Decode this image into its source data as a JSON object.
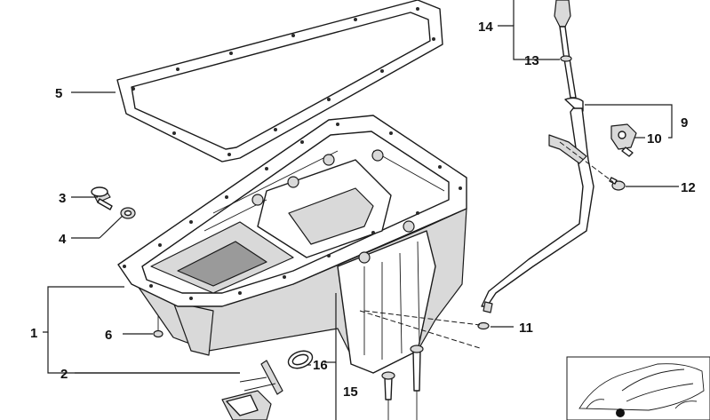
{
  "diagram": {
    "callouts": [
      {
        "id": "c1",
        "label": "1"
      },
      {
        "id": "c2",
        "label": "2"
      },
      {
        "id": "c3",
        "label": "3"
      },
      {
        "id": "c4",
        "label": "4"
      },
      {
        "id": "c5",
        "label": "5"
      },
      {
        "id": "c6",
        "label": "6"
      },
      {
        "id": "c9",
        "label": "9"
      },
      {
        "id": "c10",
        "label": "10"
      },
      {
        "id": "c11",
        "label": "11"
      },
      {
        "id": "c12",
        "label": "12"
      },
      {
        "id": "c13",
        "label": "13"
      },
      {
        "id": "c14",
        "label": "14"
      },
      {
        "id": "c15",
        "label": "15"
      },
      {
        "id": "c16",
        "label": "16"
      }
    ],
    "inset": {
      "icon": "car-location-thumbnail-icon"
    }
  }
}
